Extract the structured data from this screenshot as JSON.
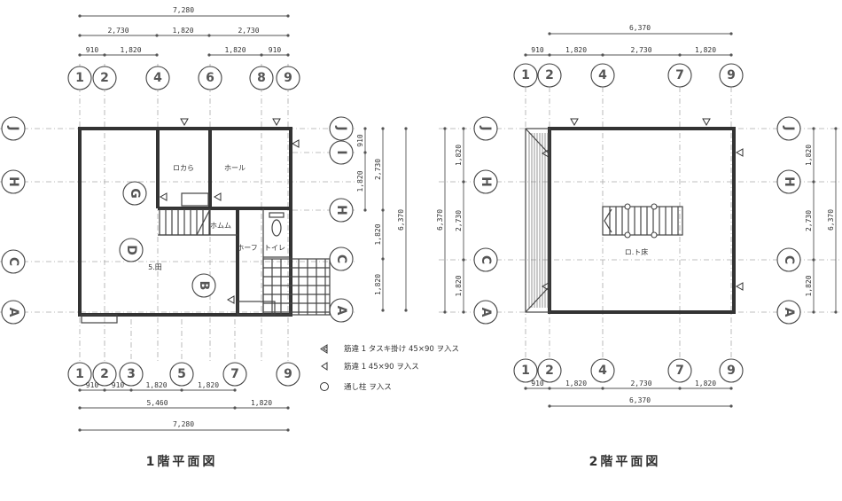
{
  "floor1": {
    "title": "1階平面図",
    "grid_top": [
      "1",
      "2",
      "4",
      "6",
      "8",
      "9"
    ],
    "grid_bottom": [
      "1",
      "2",
      "3",
      "5",
      "7",
      "9"
    ],
    "grid_left": [
      "J",
      "H",
      "C",
      "A"
    ],
    "grid_right": [
      "J",
      "I",
      "H",
      "C",
      "A"
    ],
    "dims_top": {
      "overall": "7,280",
      "mid": [
        "2,730",
        "1,820",
        "2,730"
      ],
      "sub": [
        "910",
        "1,820",
        "1,820",
        "910"
      ]
    },
    "dims_right": {
      "inner": [
        "910",
        "1,820"
      ],
      "mid": [
        "2,730",
        "1,820",
        "1,820"
      ],
      "overall": "6,370"
    },
    "dims_bottom": {
      "sub": [
        "910",
        "910",
        "1,820",
        "1,820"
      ],
      "mid": [
        "5,460",
        "1,820"
      ],
      "overall": "7,280"
    },
    "markers": [
      "G",
      "D",
      "B"
    ],
    "rooms": [
      "ロカら",
      "ホール",
      "ホムム",
      "ホーフ",
      "トイレ",
      "5.田"
    ]
  },
  "floor2": {
    "title": "2階平面図",
    "grid_top": [
      "1",
      "2",
      "4",
      "7",
      "9"
    ],
    "grid_bottom": [
      "1",
      "2",
      "4",
      "7",
      "9"
    ],
    "grid_left": [
      "J",
      "H",
      "C",
      "A"
    ],
    "grid_right": [
      "J",
      "H",
      "C",
      "A"
    ],
    "dims_top": {
      "overall": "6,370",
      "sub": [
        "910",
        "1,820",
        "2,730",
        "1,820"
      ]
    },
    "dims_bottom": {
      "sub": [
        "910",
        "1,820",
        "2,730",
        "1,820"
      ],
      "overall": "6,370"
    },
    "dims_left": {
      "inner": [
        "1,820",
        "2,730",
        "1,820"
      ],
      "overall": "6,370"
    },
    "dims_right": {
      "inner": [
        "1,820",
        "2,730",
        "1,820"
      ],
      "overall": "6,370"
    },
    "rooms": [
      "ロ.ト床"
    ]
  },
  "legend": [
    {
      "symbol": "double-triangle",
      "text": "筋違 1  タスキ掛け 45×90 ヲ入ス"
    },
    {
      "symbol": "triangle",
      "text": "筋違 1  45×90  ヲ入ス"
    },
    {
      "symbol": "circle",
      "text": "通し柱  ヲ入ス"
    }
  ]
}
